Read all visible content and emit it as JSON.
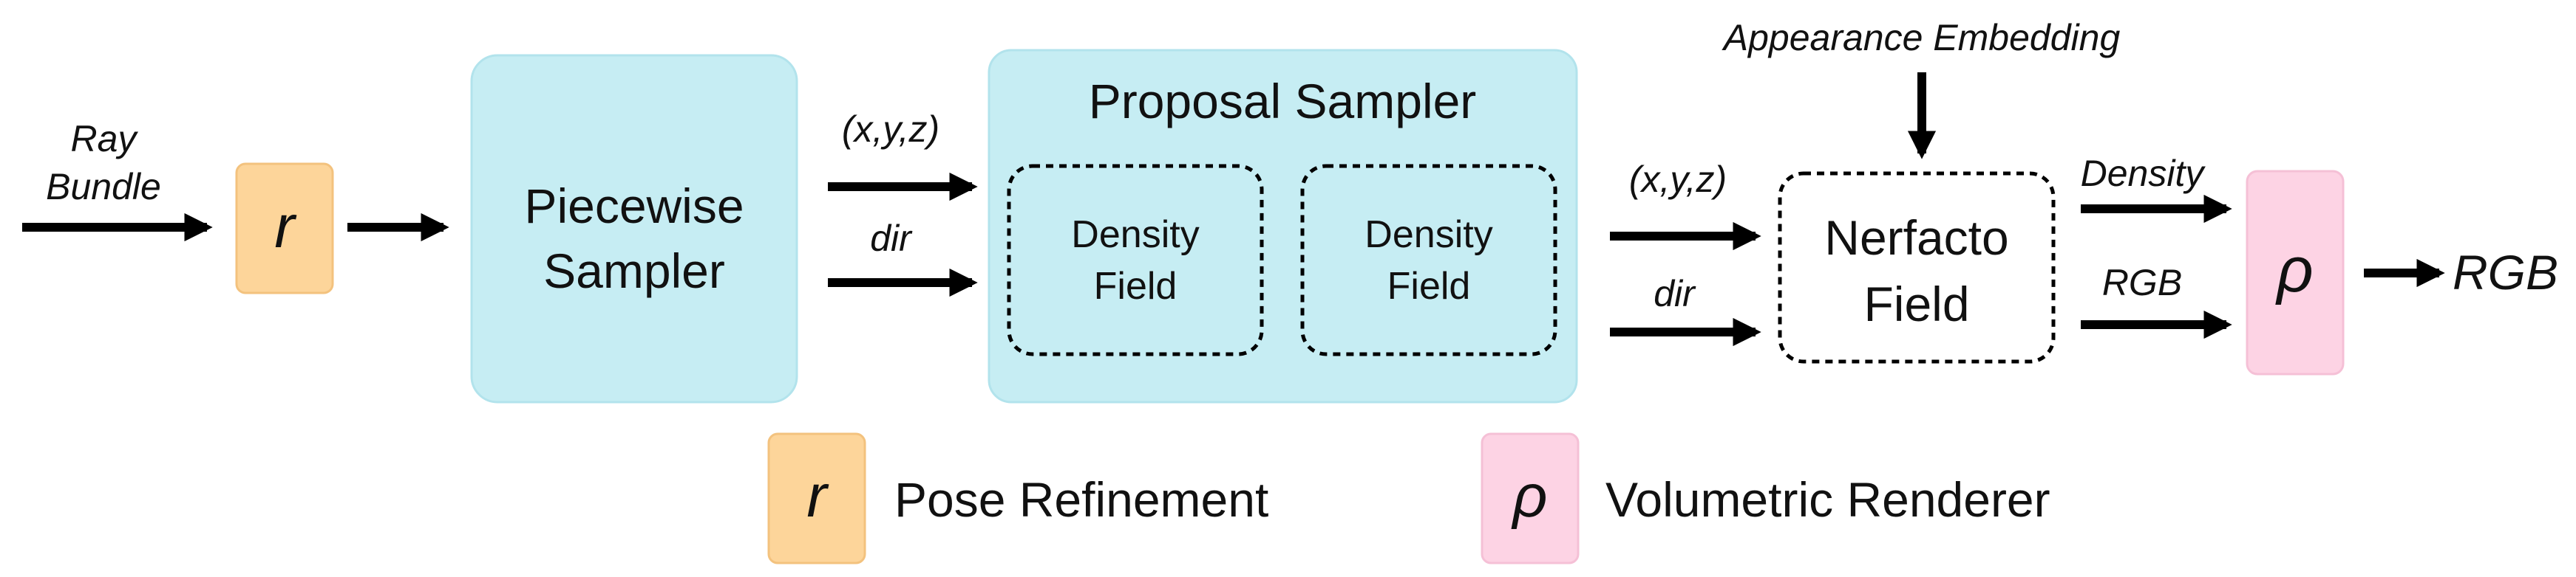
{
  "diagram": {
    "input_label_line1": "Ray",
    "input_label_line2": "Bundle",
    "pose_symbol": "r",
    "piecewise_line1": "Piecewise",
    "piecewise_line2": "Sampler",
    "xyz_label_1": "(x,y,z)",
    "dir_label_1": "dir",
    "proposal_title": "Proposal Sampler",
    "density_field_1_line1": "Density",
    "density_field_1_line2": "Field",
    "density_field_2_line1": "Density",
    "density_field_2_line2": "Field",
    "appearance_label": "Appearance Embedding",
    "xyz_label_2": "(x,y,z)",
    "dir_label_2": "dir",
    "nerfacto_line1": "Nerfacto",
    "nerfacto_line2": "Field",
    "density_label": "Density",
    "rgb_label": "RGB",
    "renderer_symbol": "ρ",
    "output_label": "RGB"
  },
  "legend": {
    "pose_symbol": "r",
    "pose_text": "Pose Refinement",
    "renderer_symbol": "ρ",
    "renderer_text": "Volumetric Renderer"
  },
  "colors": {
    "pose": "#fdd59a",
    "sampler": "#c6edf3",
    "renderer": "#fdd3e4",
    "arrow": "#000000"
  }
}
